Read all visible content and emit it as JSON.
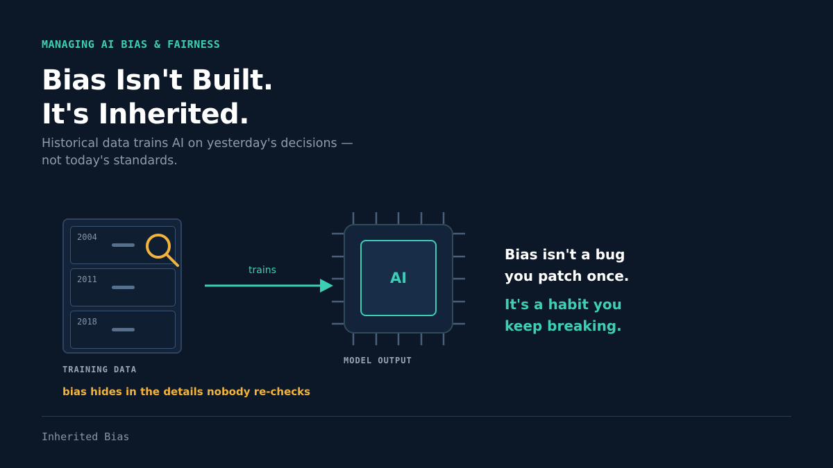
{
  "header": {
    "eyebrow": "MANAGING AI BIAS & FAIRNESS",
    "title_line1": "Bias Isn't Built.",
    "title_line2": "It's Inherited.",
    "subtitle_line1": "Historical data trains AI on yesterday's decisions —",
    "subtitle_line2": "not today's standards."
  },
  "training_data": {
    "records": [
      "2004",
      "2011",
      "2018"
    ],
    "label": "TRAINING DATA",
    "note": "bias hides in the details nobody re-checks",
    "icons": [
      "database-stack-icon",
      "magnifier-icon"
    ]
  },
  "flow": {
    "arrow_label": "trains"
  },
  "model": {
    "chip_label": "AI",
    "label": "MODEL OUTPUT",
    "icon": "cpu-chip-icon"
  },
  "message": {
    "line1": "Bias isn't a bug",
    "line2": "you patch once.",
    "line3": "It's a habit you",
    "line4": "keep breaking."
  },
  "footer": {
    "text": "Inherited Bias"
  },
  "colors": {
    "background": "#0c1727",
    "accent": "#3ccfb6",
    "highlight": "#f2b33d",
    "muted": "#8f9caf"
  }
}
